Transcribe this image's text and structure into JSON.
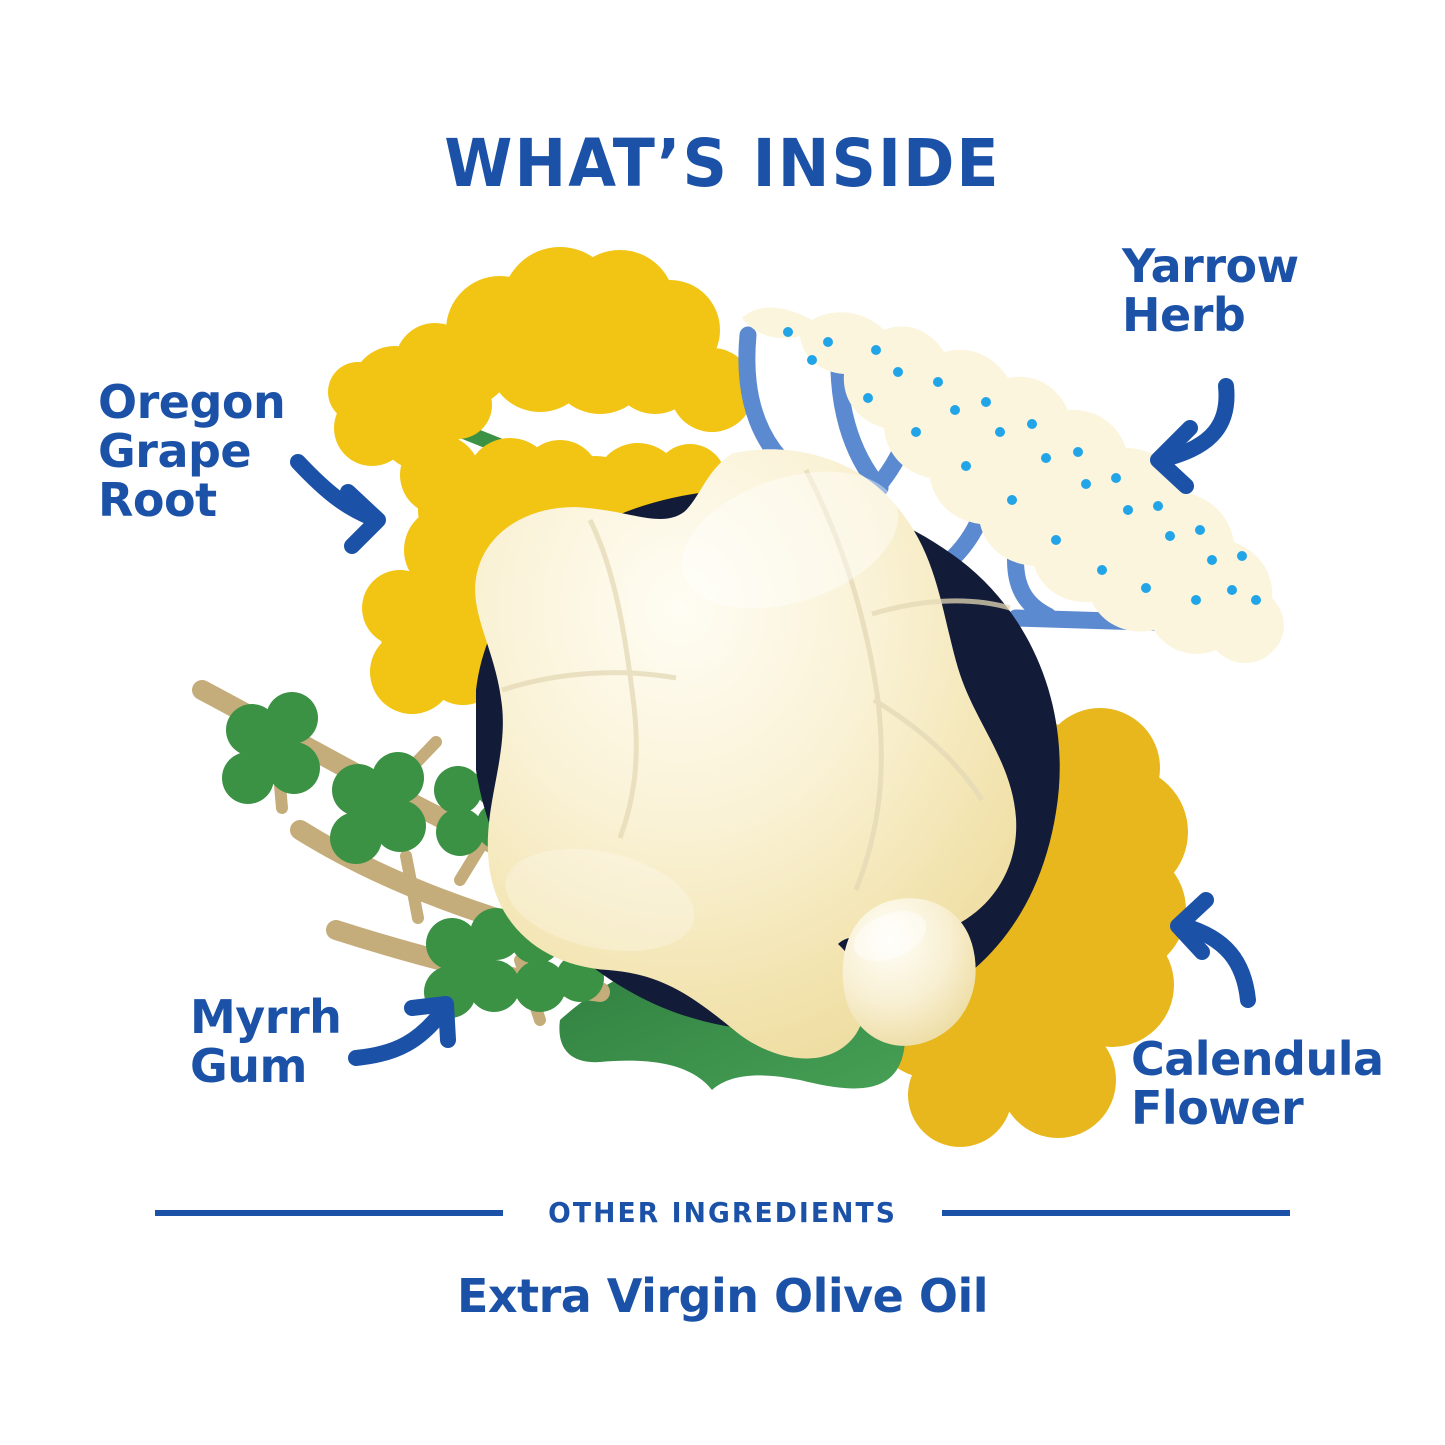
{
  "header": {
    "title": "WHAT’S INSIDE"
  },
  "callouts": [
    {
      "key": "oregon-grape-root",
      "label": "Oregon\nGrape\nRoot",
      "arrow": "curved-arrow-down-right"
    },
    {
      "key": "yarrow-herb",
      "label": "Yarrow\nHerb",
      "arrow": "curved-arrow-down-left"
    },
    {
      "key": "myrrh-gum",
      "label": "Myrrh\nGum",
      "arrow": "curved-arrow-up-right"
    },
    {
      "key": "calendula-flower",
      "label": "Calendula\nFlower",
      "arrow": "curved-arrow-up-left"
    }
  ],
  "footer": {
    "section_label": "OTHER INGREDIENTS",
    "ingredient": "Extra Virgin Olive Oil"
  },
  "colors": {
    "brand_blue": "#1B52A8",
    "mid_blue": "#5B8AD0",
    "dot_blue": "#22A5E8",
    "yellow": "#F2C413",
    "gold": "#E8B71D",
    "green": "#3C9244",
    "leaf_green": "#3D8F4D",
    "tan": "#C5AC7B",
    "cream": "#FBF3DC",
    "salve_light": "#FDFAEC",
    "salve_deep": "#EFDFA6",
    "navy_shadow": "#121B38",
    "background": "#FFFFFF"
  },
  "illustration": {
    "elements": [
      "oregon-grape-flower-cluster",
      "yarrow-flower-head",
      "myrrh-thorn-branch",
      "calendula-bloom",
      "salve-blob",
      "salve-droplet",
      "green-leaf"
    ]
  }
}
